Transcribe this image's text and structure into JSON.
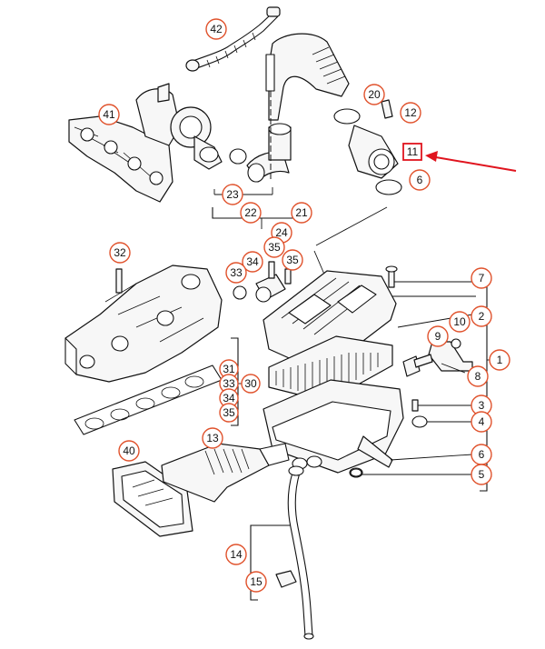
{
  "diagram": {
    "callouts": [
      "42",
      "41",
      "20",
      "12",
      "11",
      "6",
      "23",
      "22",
      "21",
      "24",
      "32",
      "35",
      "34",
      "33",
      "35",
      "7",
      "2",
      "10",
      "9",
      "1",
      "8",
      "31",
      "30",
      "33",
      "34",
      "35",
      "3",
      "4",
      "6",
      "5",
      "40",
      "13",
      "14",
      "15"
    ]
  },
  "colors": {
    "callout_ring": "#e0522c",
    "highlight_box": "#e0141e",
    "arrow": "#e0141e",
    "line": "#111111"
  }
}
